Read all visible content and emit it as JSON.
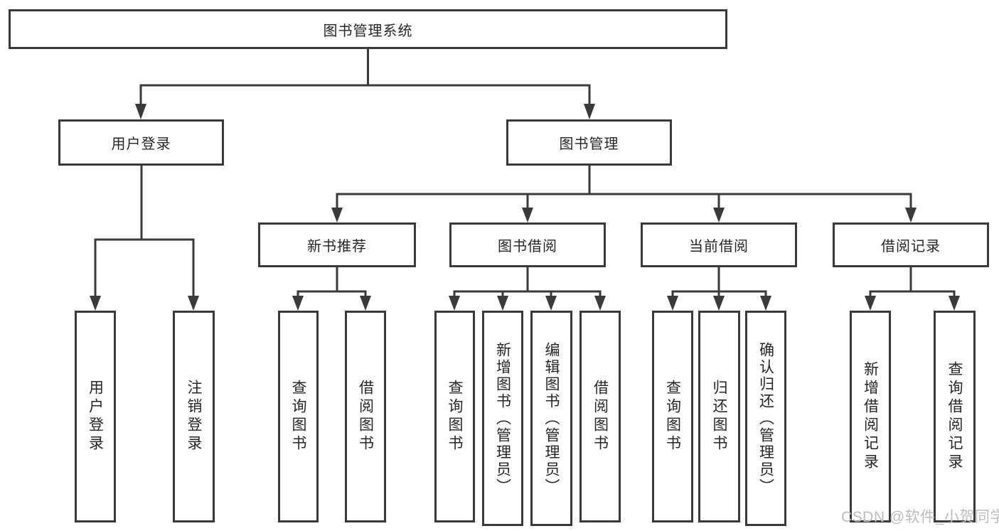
{
  "tree": {
    "root": "图书管理系统",
    "branches": {
      "user": {
        "label": "用户登录",
        "children": [
          "用户登录",
          "注销登录"
        ]
      },
      "book": {
        "label": "图书管理",
        "sections": {
          "recommend": {
            "label": "新书推荐",
            "children": [
              "查询图书",
              "借阅图书"
            ]
          },
          "borrow": {
            "label": "图书借阅",
            "children": [
              "查询图书",
              "新增图书（管理员）",
              "编辑图书（管理员）",
              "借阅图书"
            ]
          },
          "current": {
            "label": "当前借阅",
            "children": [
              "查询图书",
              "归还图书",
              "确认归还（管理员）"
            ]
          },
          "records": {
            "label": "借阅记录",
            "children": [
              "新增借阅记录",
              "查询借阅记录"
            ]
          }
        }
      }
    }
  },
  "watermark": "CSDN @软件_小贺同学",
  "colors": {
    "background": "#ffffff",
    "box_fill": "#ffffff",
    "box_border": "#3a3a3a",
    "line": "#3a3a3a",
    "text": "#262626",
    "watermark": "#b9bdc1"
  }
}
